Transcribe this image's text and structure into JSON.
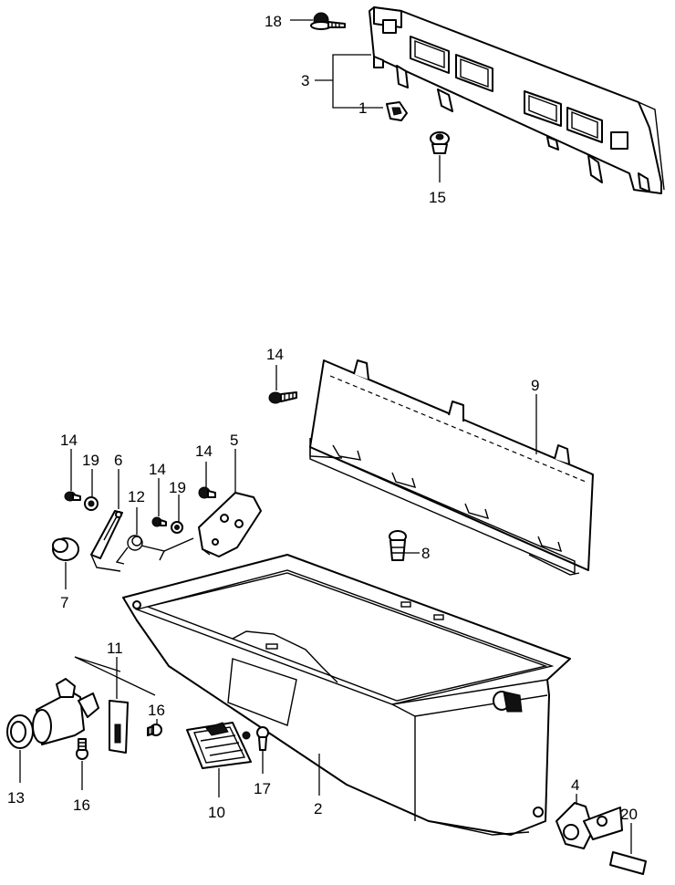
{
  "callouts": {
    "c1": "1",
    "c2": "2",
    "c3": "3",
    "c4": "4",
    "c5": "5",
    "c6": "6",
    "c7": "7",
    "c8": "8",
    "c9": "9",
    "c10": "10",
    "c11": "11",
    "c12": "12",
    "c13": "13",
    "c14a": "14",
    "c14b": "14",
    "c14c": "14",
    "c14d": "14",
    "c15": "15",
    "c16a": "16",
    "c16b": "16",
    "c17": "17",
    "c18": "18",
    "c19a": "19",
    "c19b": "19",
    "c20": "20"
  }
}
